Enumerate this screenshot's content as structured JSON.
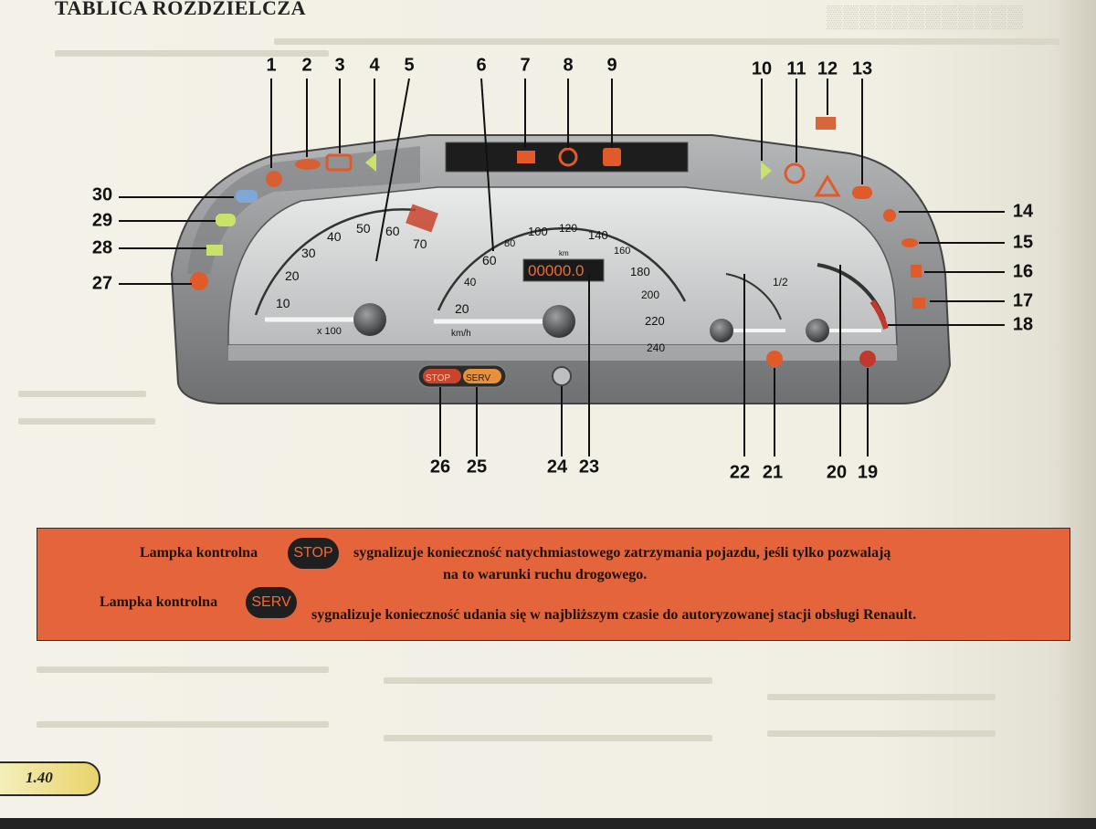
{
  "page": {
    "title": "TABLICA ROZDZIELCZA",
    "number": "1.40"
  },
  "dashboard": {
    "callouts": [
      "1",
      "2",
      "3",
      "4",
      "5",
      "6",
      "7",
      "8",
      "9",
      "10",
      "11",
      "12",
      "13",
      "14",
      "15",
      "16",
      "17",
      "18",
      "19",
      "20",
      "21",
      "22",
      "23",
      "24",
      "25",
      "26",
      "27",
      "28",
      "29",
      "30"
    ],
    "tachometer": {
      "ticks": [
        "10",
        "20",
        "30",
        "40",
        "50",
        "60",
        "70"
      ],
      "unit": "x 100"
    },
    "speedometer": {
      "ticks": [
        "20",
        "40",
        "60",
        "80",
        "100",
        "120",
        "140",
        "160",
        "180",
        "200",
        "220",
        "240"
      ],
      "unit": "km/h",
      "odometer_label": "km",
      "odometer": "00000.0"
    },
    "fuel_gauge": {
      "half_label": "1/2"
    },
    "indicators": {
      "stop_label": "STOP",
      "serv_label": "SERV"
    }
  },
  "info_box": {
    "line1_prefix": "Lampka kontrolna",
    "stop_badge": "STOP",
    "line1_suffix": "sygnalizuje konieczność natychmiastowego zatrzymania pojazdu, jeśli tylko pozwalają",
    "line1_cont": "na to warunki ruchu drogowego.",
    "line2_prefix": "Lampka kontrolna",
    "serv_badge": "SERV",
    "line2_suffix": "sygnalizuje konieczność udania się w najbliższym czasie do autoryzowanej stacji obsługi Renault."
  },
  "colors": {
    "accent": "#e4653c",
    "panel": "#8a8c8e",
    "warning": "#e05a2a"
  }
}
